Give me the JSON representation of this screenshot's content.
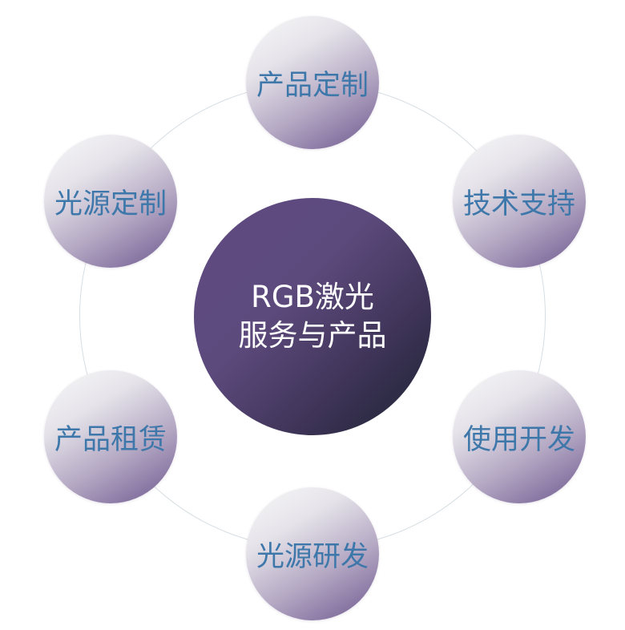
{
  "center": {
    "line1": "RGB激光",
    "line2": "服务与产品"
  },
  "nodes": [
    {
      "label": "产品定制"
    },
    {
      "label": "技术支持"
    },
    {
      "label": "使用开发"
    },
    {
      "label": "光源研发"
    },
    {
      "label": "产品租赁"
    },
    {
      "label": "光源定制"
    }
  ]
}
